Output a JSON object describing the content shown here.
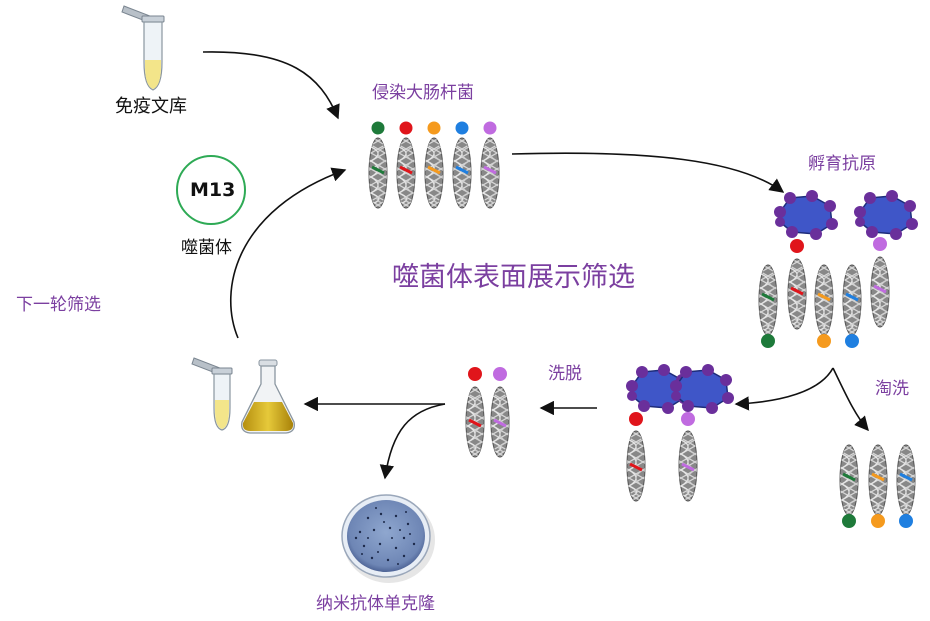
{
  "title": "噬菌体表面展示筛选",
  "labels": {
    "immune_library": "免疫文库",
    "infect_ecoli": "侵染大肠杆菌",
    "incubate_antigen": "孵育抗原",
    "pan_wash": "淘洗",
    "elute": "洗脱",
    "next_round": "下一轮筛选",
    "phage": "噬菌体",
    "phage_badge": "M13",
    "nanobody_clone": "纳米抗体单克隆"
  },
  "colors": {
    "accent": "#7B3FA0",
    "tag_green": "#1E7A3A",
    "tag_red": "#E0151B",
    "tag_orange": "#F59A1E",
    "tag_blue": "#1F7FE0",
    "tag_violet": "#C06BE0",
    "antigen_blue": "#3F56C8",
    "antigen_purple": "#6A2F9B",
    "phage_gray": "#8A8A8A",
    "badge_green": "#2EAA55",
    "liquid_yellow": "#D9B21C"
  },
  "icons": [
    "tube-icon",
    "flask-icon",
    "petri-dish-icon",
    "phage-particle-icon",
    "antigen-icon"
  ]
}
